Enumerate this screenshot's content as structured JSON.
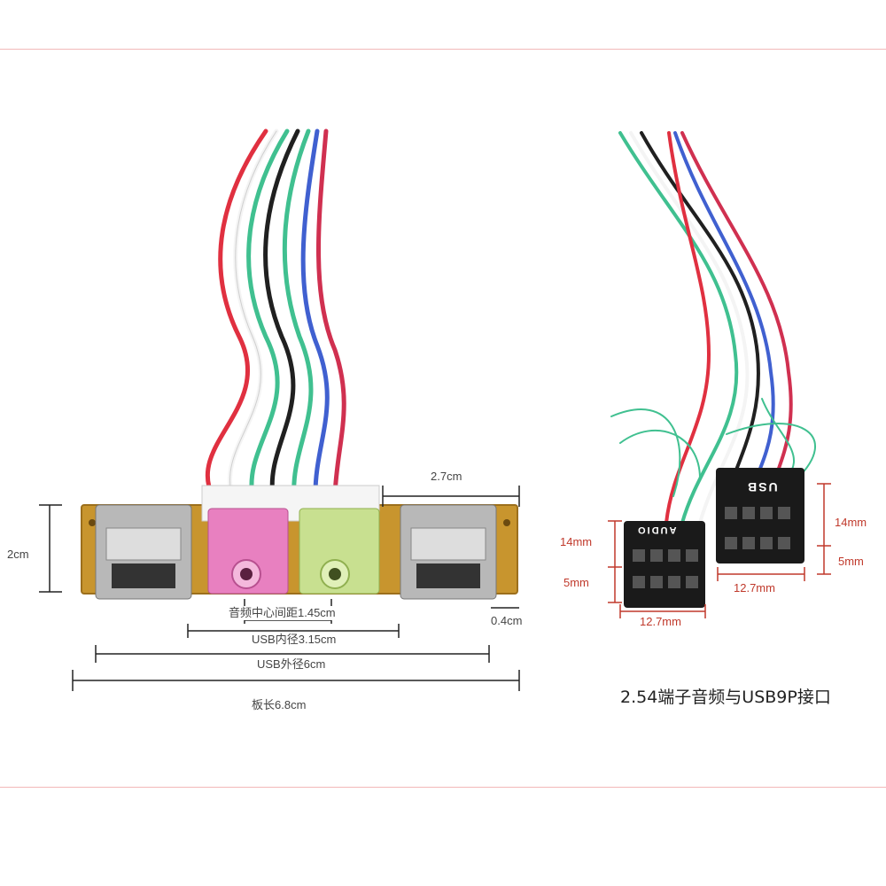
{
  "board": {
    "dim_height": "2cm",
    "dim_width_right": "2.7cm",
    "dim_edge": "0.4cm",
    "dim_audio_spacing": "音频中心间距1.45cm",
    "dim_usb_inner": "USB内径3.15cm",
    "dim_usb_outer": "USB外径6cm",
    "dim_board_length": "板长6.8cm"
  },
  "connectors": {
    "audio_label": "AUDIO",
    "usb_label": "USB",
    "audio_height": "14mm",
    "audio_pin_height": "5mm",
    "audio_width": "12.7mm",
    "usb_height": "14mm",
    "usb_pin_height": "5mm",
    "usb_width": "12.7mm"
  },
  "caption": "2.54端子音频与USB9P接口",
  "colors": {
    "accent_rule": "#f2b8b8",
    "dimension_red": "#c0392b",
    "pcb": "#c8952e",
    "audio_pink": "#e880c0",
    "audio_green": "#c8e090"
  }
}
